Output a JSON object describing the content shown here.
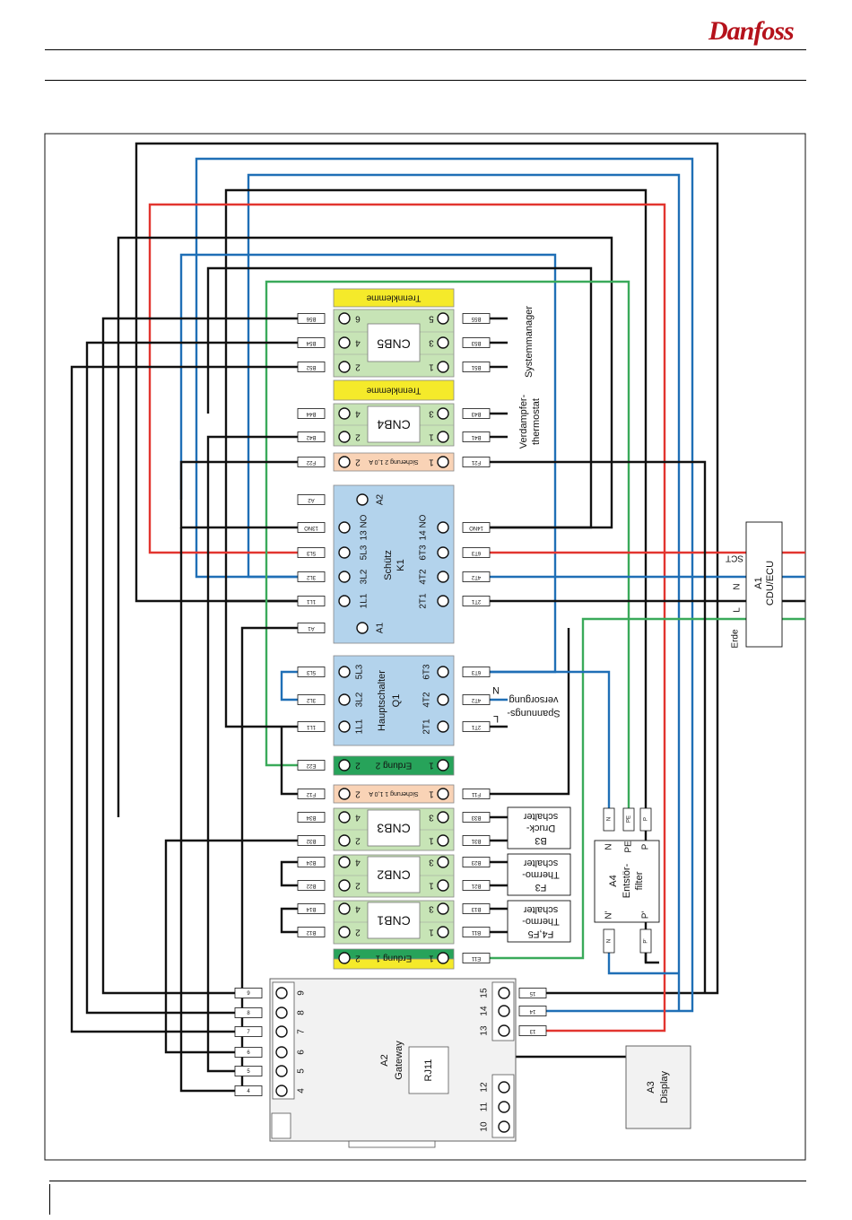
{
  "logo": {
    "text": "Danfoss",
    "color": "#b5121b"
  },
  "colors": {
    "wire_black": "#111111",
    "wire_blue": "#1f6fb6",
    "wire_red": "#e2352f",
    "wire_green": "#3aaa5a",
    "green_block": "#c7e4b6",
    "blue_block": "#b3d3ec",
    "peach_block": "#f9d3b6",
    "yellow_block": "#f5ea2a",
    "earth_green": "#27a35a"
  },
  "blocks": {
    "trennklemme": "Trennklemme",
    "cnb5": {
      "label": "CNB5",
      "t_left": [
        "6",
        "4",
        "2"
      ],
      "t_right": [
        "5",
        "3",
        "1"
      ],
      "tag_left": [
        "B56",
        "B54",
        "B52"
      ],
      "tag_right": [
        "B55",
        "B53",
        "B51"
      ],
      "side": "Systemmanager"
    },
    "cnb4": {
      "label": "CNB4",
      "t_left": [
        "4",
        "2"
      ],
      "t_right": [
        "3",
        "1"
      ],
      "tag_left": [
        "B44",
        "B42"
      ],
      "tag_right": [
        "B43",
        "B41"
      ],
      "side1": "Verdampfer-",
      "side2": "thermostat"
    },
    "fuse2": {
      "text": "Sicherung 2 1,0 A",
      "t_left": "2",
      "t_right": "1",
      "tag_left": "F22",
      "tag_right": "F21"
    },
    "k1": {
      "title": "Schütz",
      "sub": "K1",
      "rows_left": [
        "A2",
        "13 NO",
        "5L3",
        "3L2",
        "1L1",
        "A1"
      ],
      "rows_right": [
        "14 NO",
        "6T3",
        "4T2",
        "2T1"
      ],
      "tag_left": [
        "A2",
        "13NO",
        "5L3",
        "3L2",
        "1L1",
        "A1"
      ],
      "tag_right": [
        "14NO",
        "6T3",
        "4T2",
        "2T1"
      ]
    },
    "q1": {
      "title": "Hauptschalter",
      "sub": "Q1",
      "rows_left": [
        "5L3",
        "3L2",
        "1L1"
      ],
      "rows_right": [
        "6T3",
        "4T2",
        "2T1"
      ],
      "tag_left": [
        "5L3",
        "3L2",
        "1L1"
      ],
      "tag_right": [
        "6T3",
        "4T2",
        "2T1"
      ],
      "supply1": "Spannungs-",
      "supply2": "versorgung",
      "n": "N",
      "l": "L"
    },
    "earth2": {
      "text": "Erdung 2",
      "t_left": "2",
      "t_right": "1",
      "tag_left": "E22"
    },
    "fuse1": {
      "text": "Sicherung 1 1,0 A",
      "t_left": "2",
      "t_right": "1",
      "tag_left": "F12",
      "tag_right": "F11"
    },
    "cnb3": {
      "label": "CNB3",
      "t_left": [
        "4",
        "2"
      ],
      "t_right": [
        "3",
        "1"
      ],
      "tag_left": [
        "B34",
        "B32"
      ],
      "tag_right": [
        "B33",
        "B31"
      ],
      "dev1": "Druck-",
      "dev2": "schalter",
      "dev3": "B3"
    },
    "cnb2": {
      "label": "CNB2",
      "t_left": [
        "4",
        "2"
      ],
      "t_right": [
        "3",
        "1"
      ],
      "tag_left": [
        "B24",
        "B22"
      ],
      "tag_right": [
        "B23",
        "B21"
      ],
      "dev1": "Thermo-",
      "dev2": "schalter",
      "dev3": "F3"
    },
    "cnb1": {
      "label": "CNB1",
      "t_left": [
        "4",
        "2"
      ],
      "t_right": [
        "3",
        "1"
      ],
      "tag_left": [
        "B14",
        "B12"
      ],
      "tag_right": [
        "B13",
        "B11"
      ],
      "dev1": "Thermo-",
      "dev2": "schalter",
      "dev3": "F4,F5"
    },
    "earth1": {
      "text": "Erdung 1",
      "t_left": "2",
      "t_right": "1",
      "tag_right": "E11"
    }
  },
  "a1": {
    "line1": "A1",
    "line2": "CDU/ECU",
    "sct": "SCT",
    "n": "N",
    "l": "L",
    "erde": "Erde"
  },
  "a4": {
    "line1": "A4",
    "line2": "Entstör-",
    "line3": "filter",
    "top": [
      "N",
      "PE",
      "P"
    ],
    "bottom": [
      "N'",
      "P'"
    ],
    "top_tags": [
      "N",
      "PE",
      "P"
    ],
    "bottom_tags": [
      "N",
      "P'"
    ]
  },
  "a2": {
    "line1": "A2",
    "line2": "Gateway",
    "rj": "RJ11",
    "left_terms": [
      "9",
      "8",
      "7",
      "6",
      "5",
      "4"
    ],
    "left_tags": [
      "9",
      "8",
      "7",
      "6",
      "5",
      "4"
    ],
    "right_terms": [
      "15",
      "14",
      "13"
    ],
    "right_tags": [
      "15",
      "14",
      "13"
    ],
    "bottom_terms": [
      "12",
      "11",
      "10"
    ]
  },
  "a3": {
    "line1": "A3",
    "line2": "Display"
  }
}
